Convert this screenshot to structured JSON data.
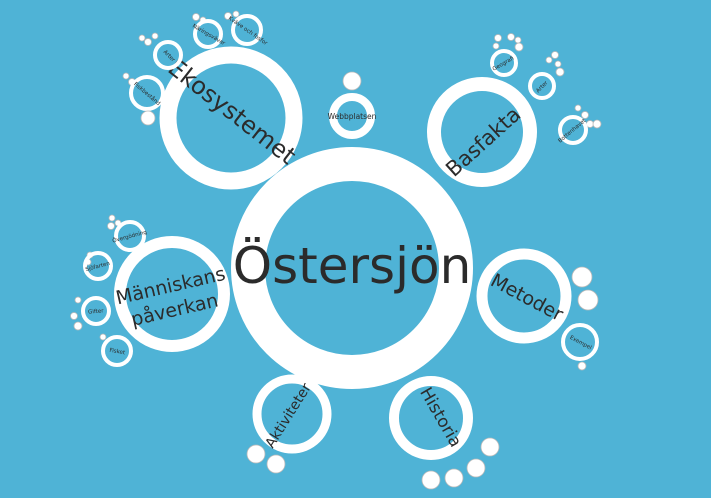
{
  "colors": {
    "background": "#4fb3d6",
    "ring": "#ffffff",
    "text": "#2b2b2b"
  },
  "center": {
    "label": "Östersjön"
  },
  "webbplatsen": {
    "label": "Webbplatsen"
  },
  "topics": [
    {
      "id": "ekosystemet",
      "label": "Ekosystemet",
      "subtopics": [
        {
          "id": "naringsvavar",
          "label": "Näringsvävar"
        },
        {
          "id": "kvave-och-fosfor",
          "label": "Kväve och fosfor"
        },
        {
          "id": "arter",
          "label": "Arter"
        },
        {
          "id": "fiskbestand",
          "label": "Fiskbestånd"
        }
      ]
    },
    {
      "id": "basfakta",
      "label": "Basfakta",
      "subtopics": [
        {
          "id": "geografi",
          "label": "Geografi"
        },
        {
          "id": "arter",
          "label": "Arter"
        },
        {
          "id": "bottenhavet",
          "label": "Bottenhavet"
        }
      ]
    },
    {
      "id": "manniskans-paverkan",
      "label": "Människans påverkan",
      "label_lines": [
        "Människans",
        "påverkan"
      ],
      "subtopics": [
        {
          "id": "overgodning",
          "label": "Övergödning"
        },
        {
          "id": "sjofarten",
          "label": "Sjöfarten"
        },
        {
          "id": "gifter",
          "label": "Gifter"
        },
        {
          "id": "fisket",
          "label": "Fisket"
        }
      ]
    },
    {
      "id": "metoder",
      "label": "Metoder",
      "subtopics": [
        {
          "id": "exempel",
          "label": "Exempel"
        }
      ]
    },
    {
      "id": "aktiviteter",
      "label": "Aktiviteter",
      "subtopics": []
    },
    {
      "id": "historia",
      "label": "Historia",
      "subtopics": []
    }
  ]
}
